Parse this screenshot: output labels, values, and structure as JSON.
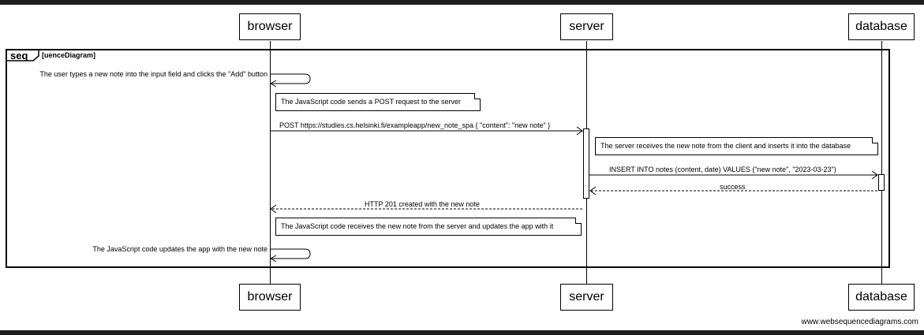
{
  "participants": [
    {
      "name": "browser"
    },
    {
      "name": "server"
    },
    {
      "name": "database"
    }
  ],
  "frame": {
    "keyword": "seq",
    "title": "[uenceDiagram]"
  },
  "messages": {
    "user_action": "The user types a new note into the input field and clicks the \"Add\" button",
    "note_post": "The JavaScript code sends a POST request to the server",
    "post_request": "POST https://studies.cs.helsinki.fi/exampleapp/new_note_spa { \"content\": \"new note\" }",
    "note_server": "The server receives the new note from the client and inserts it into the database",
    "insert": "INSERT INTO notes (content, date) VALUES (\"new note\", \"2023-03-23\")",
    "success": "success",
    "http_201": "HTTP 201 created with the new note",
    "note_update": "The JavaScript code receives the new note from the server and updates the app with it",
    "update_self": "The JavaScript code updates the app with the new note"
  },
  "footer": "www.websequencediagrams.com"
}
